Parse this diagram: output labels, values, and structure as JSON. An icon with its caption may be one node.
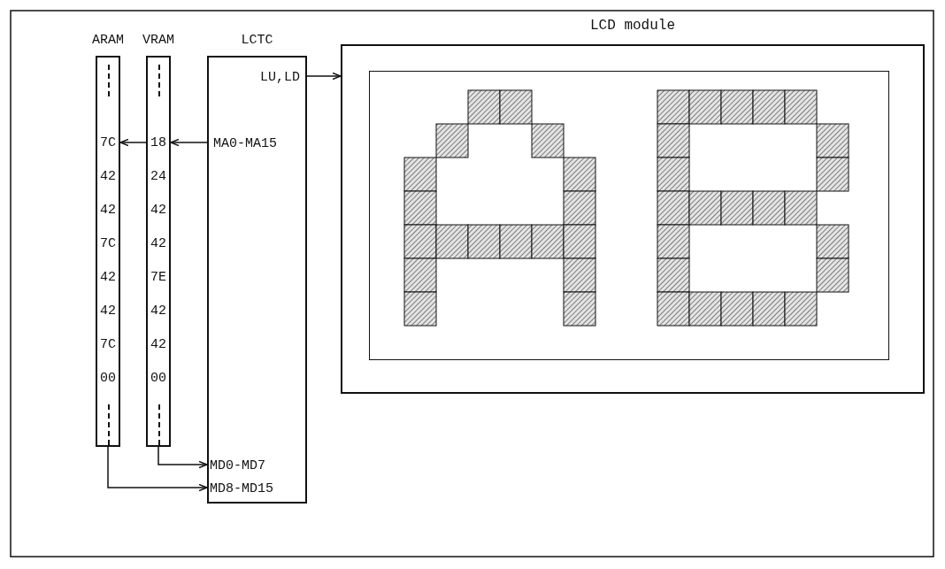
{
  "diagram": {
    "nodes": [
      {
        "text": [
          "ARAM",
          "7C",
          "42",
          "42",
          "7C",
          "42",
          "42",
          "7C",
          "00"
        ]
      },
      {
        "text": [
          "VRAM",
          "18",
          "24",
          "42",
          "42",
          "7E",
          "42",
          "42",
          "00"
        ]
      },
      {
        "text": [
          "LCTC",
          "LU,LD",
          "MA0-MA15",
          "MD0-MD7",
          "MD8-MD15"
        ]
      },
      {
        "text": [
          "LCD module"
        ]
      }
    ],
    "edges": [
      {
        "from": 2,
        "to": 3,
        "arrow": "to"
      },
      {
        "from": 2,
        "to": 1,
        "arrow": "to"
      },
      {
        "from": 1,
        "to": 0,
        "arrow": "to"
      },
      {
        "from": 1,
        "to": 2,
        "arrow": "to"
      },
      {
        "from": 0,
        "to": 2,
        "arrow": "to"
      }
    ]
  }
}
